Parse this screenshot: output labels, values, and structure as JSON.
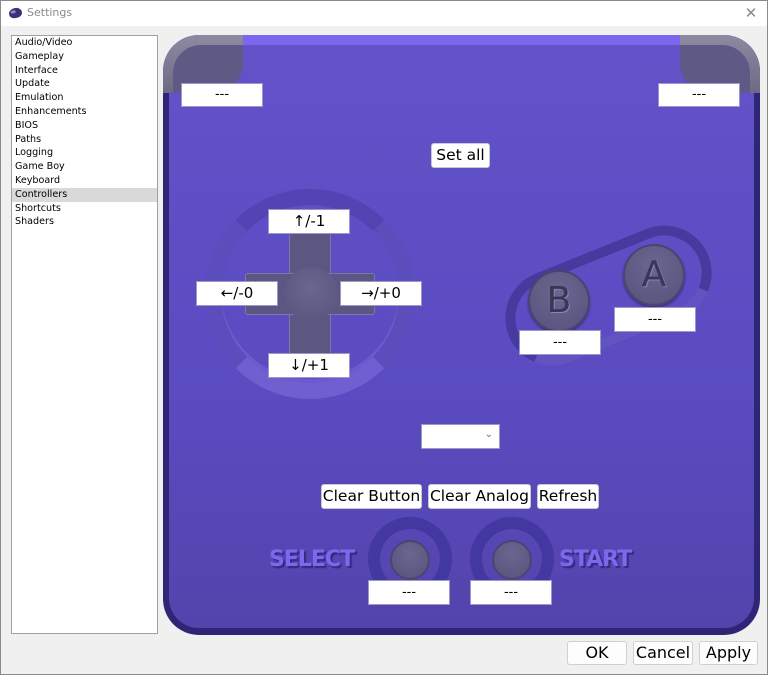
{
  "window": {
    "title": "Settings",
    "close_glyph": "✕"
  },
  "sidebar": {
    "items": [
      {
        "label": "Audio/Video",
        "selected": false
      },
      {
        "label": "Gameplay",
        "selected": false
      },
      {
        "label": "Interface",
        "selected": false
      },
      {
        "label": "Update",
        "selected": false
      },
      {
        "label": "Emulation",
        "selected": false
      },
      {
        "label": "Enhancements",
        "selected": false
      },
      {
        "label": "BIOS",
        "selected": false
      },
      {
        "label": "Paths",
        "selected": false
      },
      {
        "label": "Logging",
        "selected": false
      },
      {
        "label": "Game Boy",
        "selected": false
      },
      {
        "label": "Keyboard",
        "selected": false
      },
      {
        "label": "Controllers",
        "selected": true
      },
      {
        "label": "Shortcuts",
        "selected": false
      },
      {
        "label": "Shaders",
        "selected": false
      }
    ]
  },
  "controller": {
    "colors": {
      "body": "#6352c9",
      "body_top": "#7a67ee",
      "outline": "#2f2577",
      "button_gray": "#5e5985",
      "label_purple": "#7a69ef"
    },
    "bindings": {
      "l_shoulder": "---",
      "r_shoulder": "---",
      "dpad_up": "↑/-1",
      "dpad_left": "←/-0",
      "dpad_right": "→/+0",
      "dpad_down": "↓/+1",
      "b": "---",
      "a": "---",
      "select": "---",
      "start": "---"
    },
    "face_buttons": {
      "a_label": "A",
      "b_label": "B"
    },
    "labels": {
      "select": "SELECT",
      "start": "START"
    },
    "set_all_label": "Set all",
    "profile_combo": {
      "value": "",
      "chevron": "⌄"
    },
    "actions": {
      "clear_button": "Clear Button",
      "clear_analog": "Clear Analog",
      "refresh": "Refresh"
    }
  },
  "footer": {
    "ok": "OK",
    "cancel": "Cancel",
    "apply": "Apply"
  }
}
